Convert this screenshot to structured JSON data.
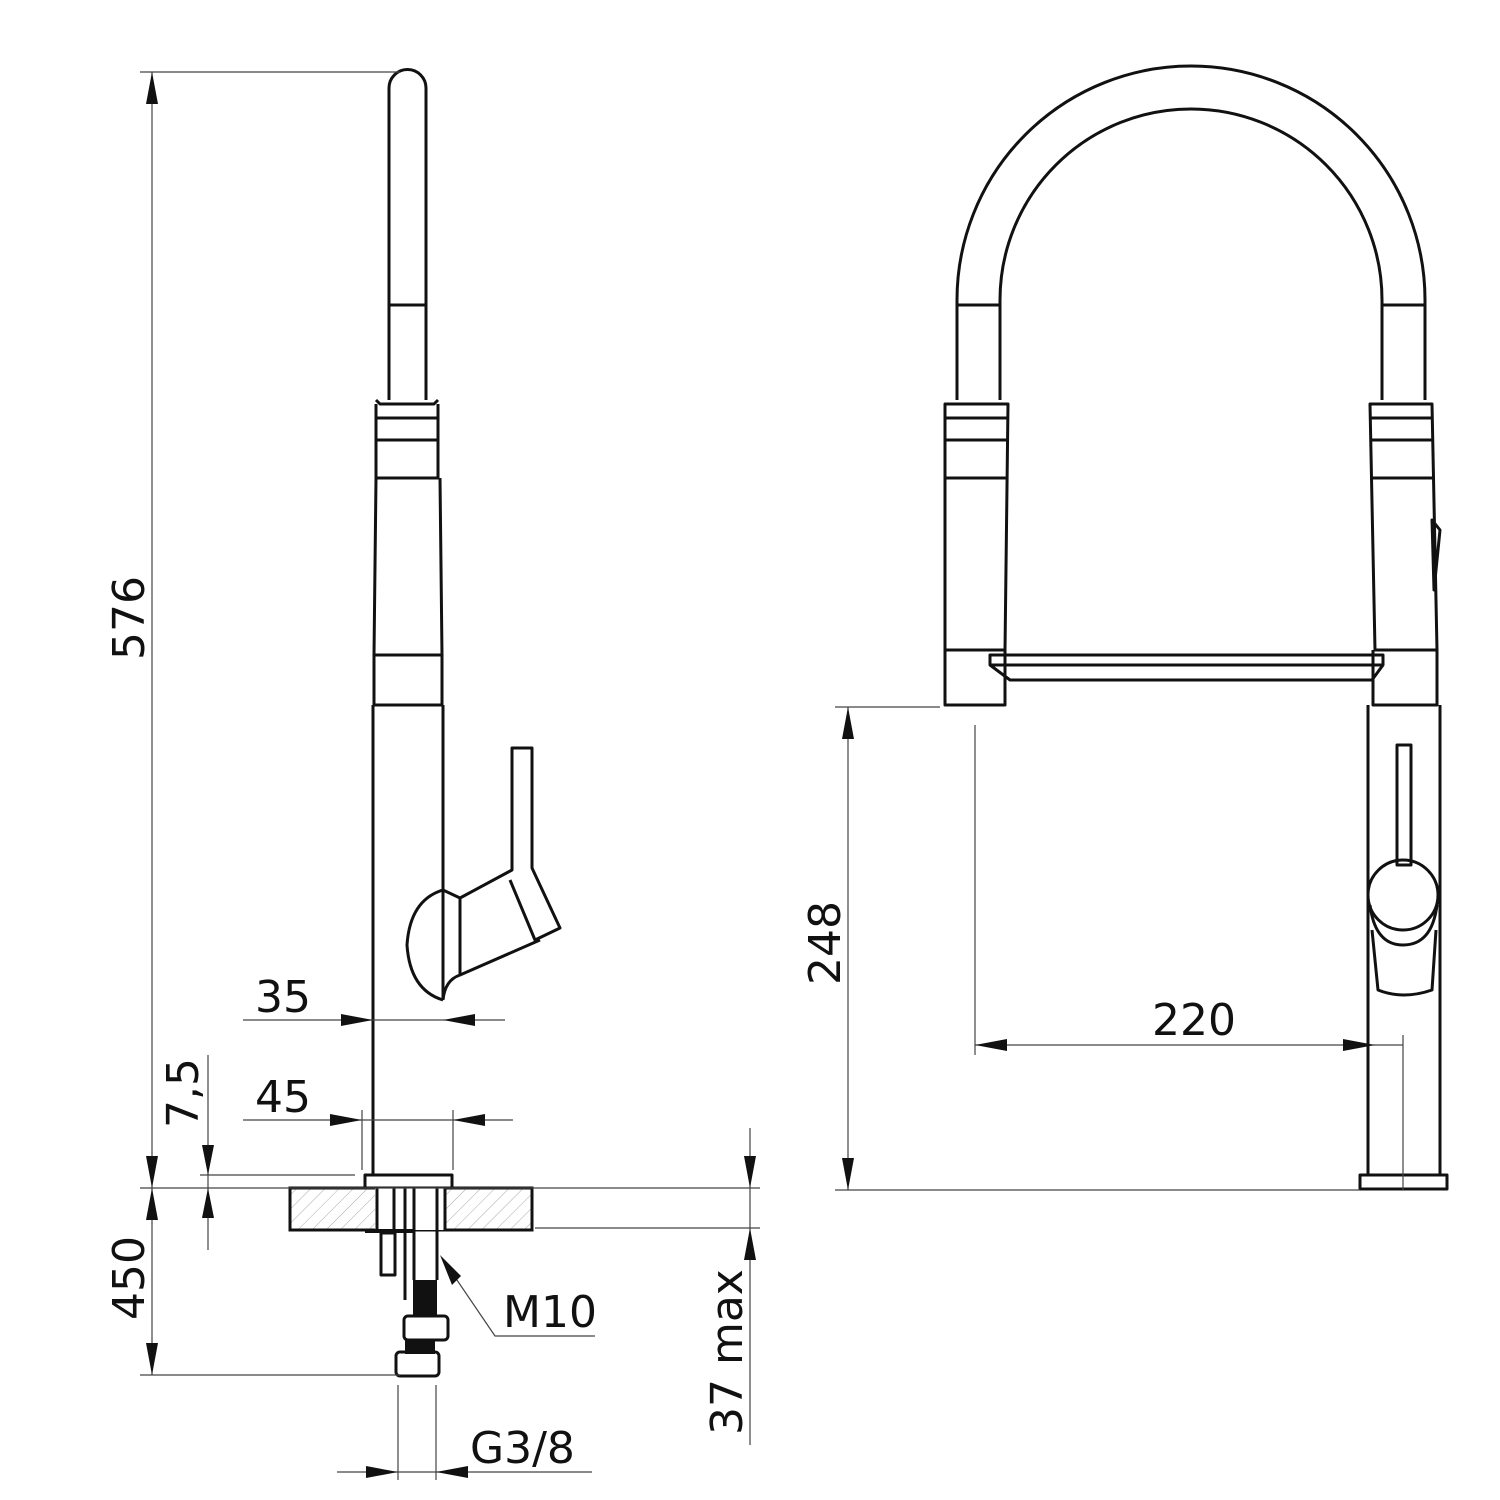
{
  "title": "Kitchen faucet dimension drawing",
  "dimensions": {
    "total_height": "576",
    "spout_clearance": "248",
    "spout_reach": "220",
    "body_width": "35",
    "base_width": "45",
    "base_height": "7,5",
    "hose_length": "450",
    "counter_thickness": "37 max",
    "thread": "M10",
    "connection": "G3/8"
  }
}
